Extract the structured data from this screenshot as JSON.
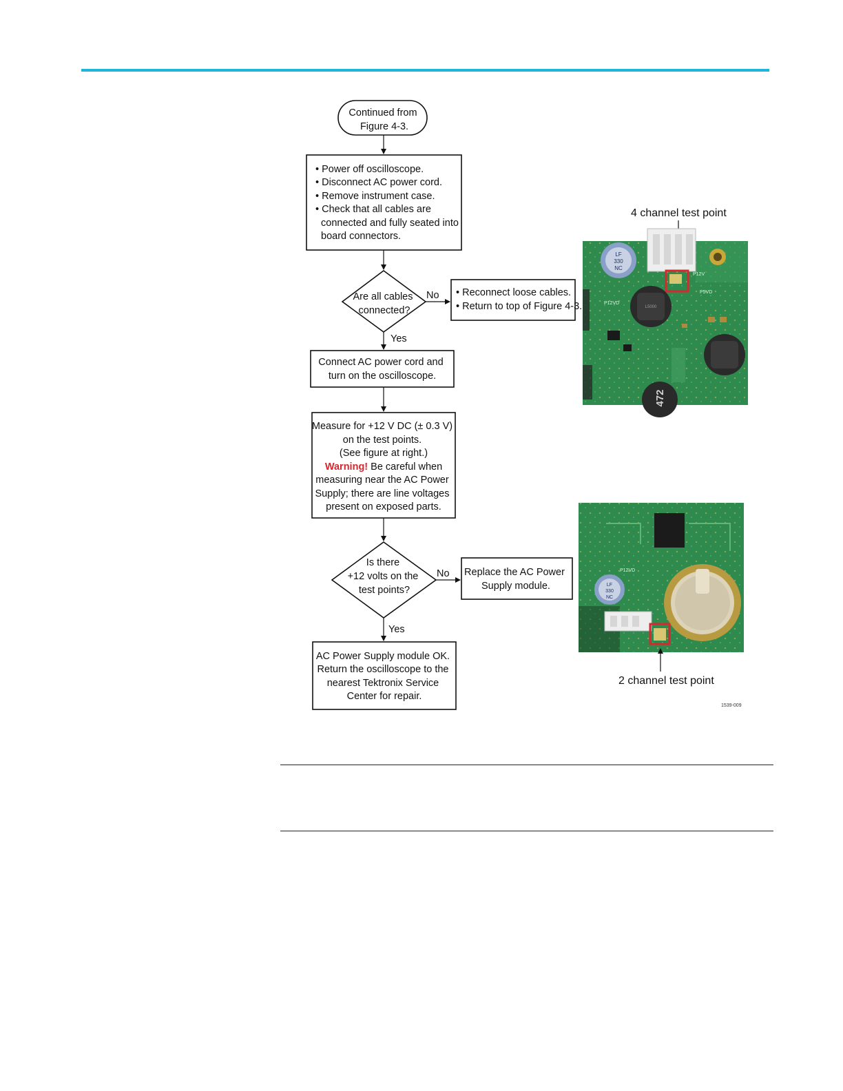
{
  "flowchart": {
    "start": {
      "lines": [
        "Continued from",
        "Figure 4-3."
      ]
    },
    "step1": {
      "lines": [
        "• Power off oscilloscope.",
        "• Disconnect AC power cord.",
        "• Remove instrument case.",
        "• Check that all cables are",
        "  connected and fully seated into",
        "  board connectors."
      ]
    },
    "decision1": {
      "lines": [
        "Are all cables",
        "connected?"
      ]
    },
    "no_branch1": {
      "lines": [
        "• Reconnect loose cables.",
        "• Return to top of Figure 4-3."
      ]
    },
    "step2": {
      "lines": [
        "Connect AC power cord and",
        "turn on the oscilloscope."
      ]
    },
    "step3": {
      "lines": [
        "Measure for +12 V DC (± 0.3 V)",
        "on the test points.",
        "(See figure at right.)"
      ],
      "warning_label": "Warning!",
      "warning_rest": " Be careful when",
      "lines_after": [
        "measuring near the AC Power",
        "Supply; there are line voltages",
        "present on exposed parts."
      ]
    },
    "decision2": {
      "lines": [
        "Is there",
        "+12 volts on the",
        "test points?"
      ]
    },
    "no_branch2": {
      "lines": [
        "Replace the AC Power",
        "Supply module."
      ]
    },
    "end": {
      "lines": [
        "AC Power Supply module OK.",
        "Return the oscilloscope to the",
        "nearest Tektronix Service",
        "Center for repair."
      ]
    },
    "yes_label": "Yes",
    "no_label": "No"
  },
  "photos": {
    "photo1_caption": "4 channel test point",
    "photo2_caption": "2 channel test point",
    "board_text": {
      "p12v": "P12V",
      "p5vd": "P5VD",
      "p12vd": "P12VD",
      "chip_472": "472",
      "l5000": "L5000",
      "cap_lf": "LF",
      "cap_330": "330",
      "cap_nc": "NC"
    },
    "figure_id": "1539-009"
  },
  "colors": {
    "accent_rule": "#1fb4d8",
    "pcb_green": "#2f8a4e",
    "highlight_red": "#d7282f"
  }
}
